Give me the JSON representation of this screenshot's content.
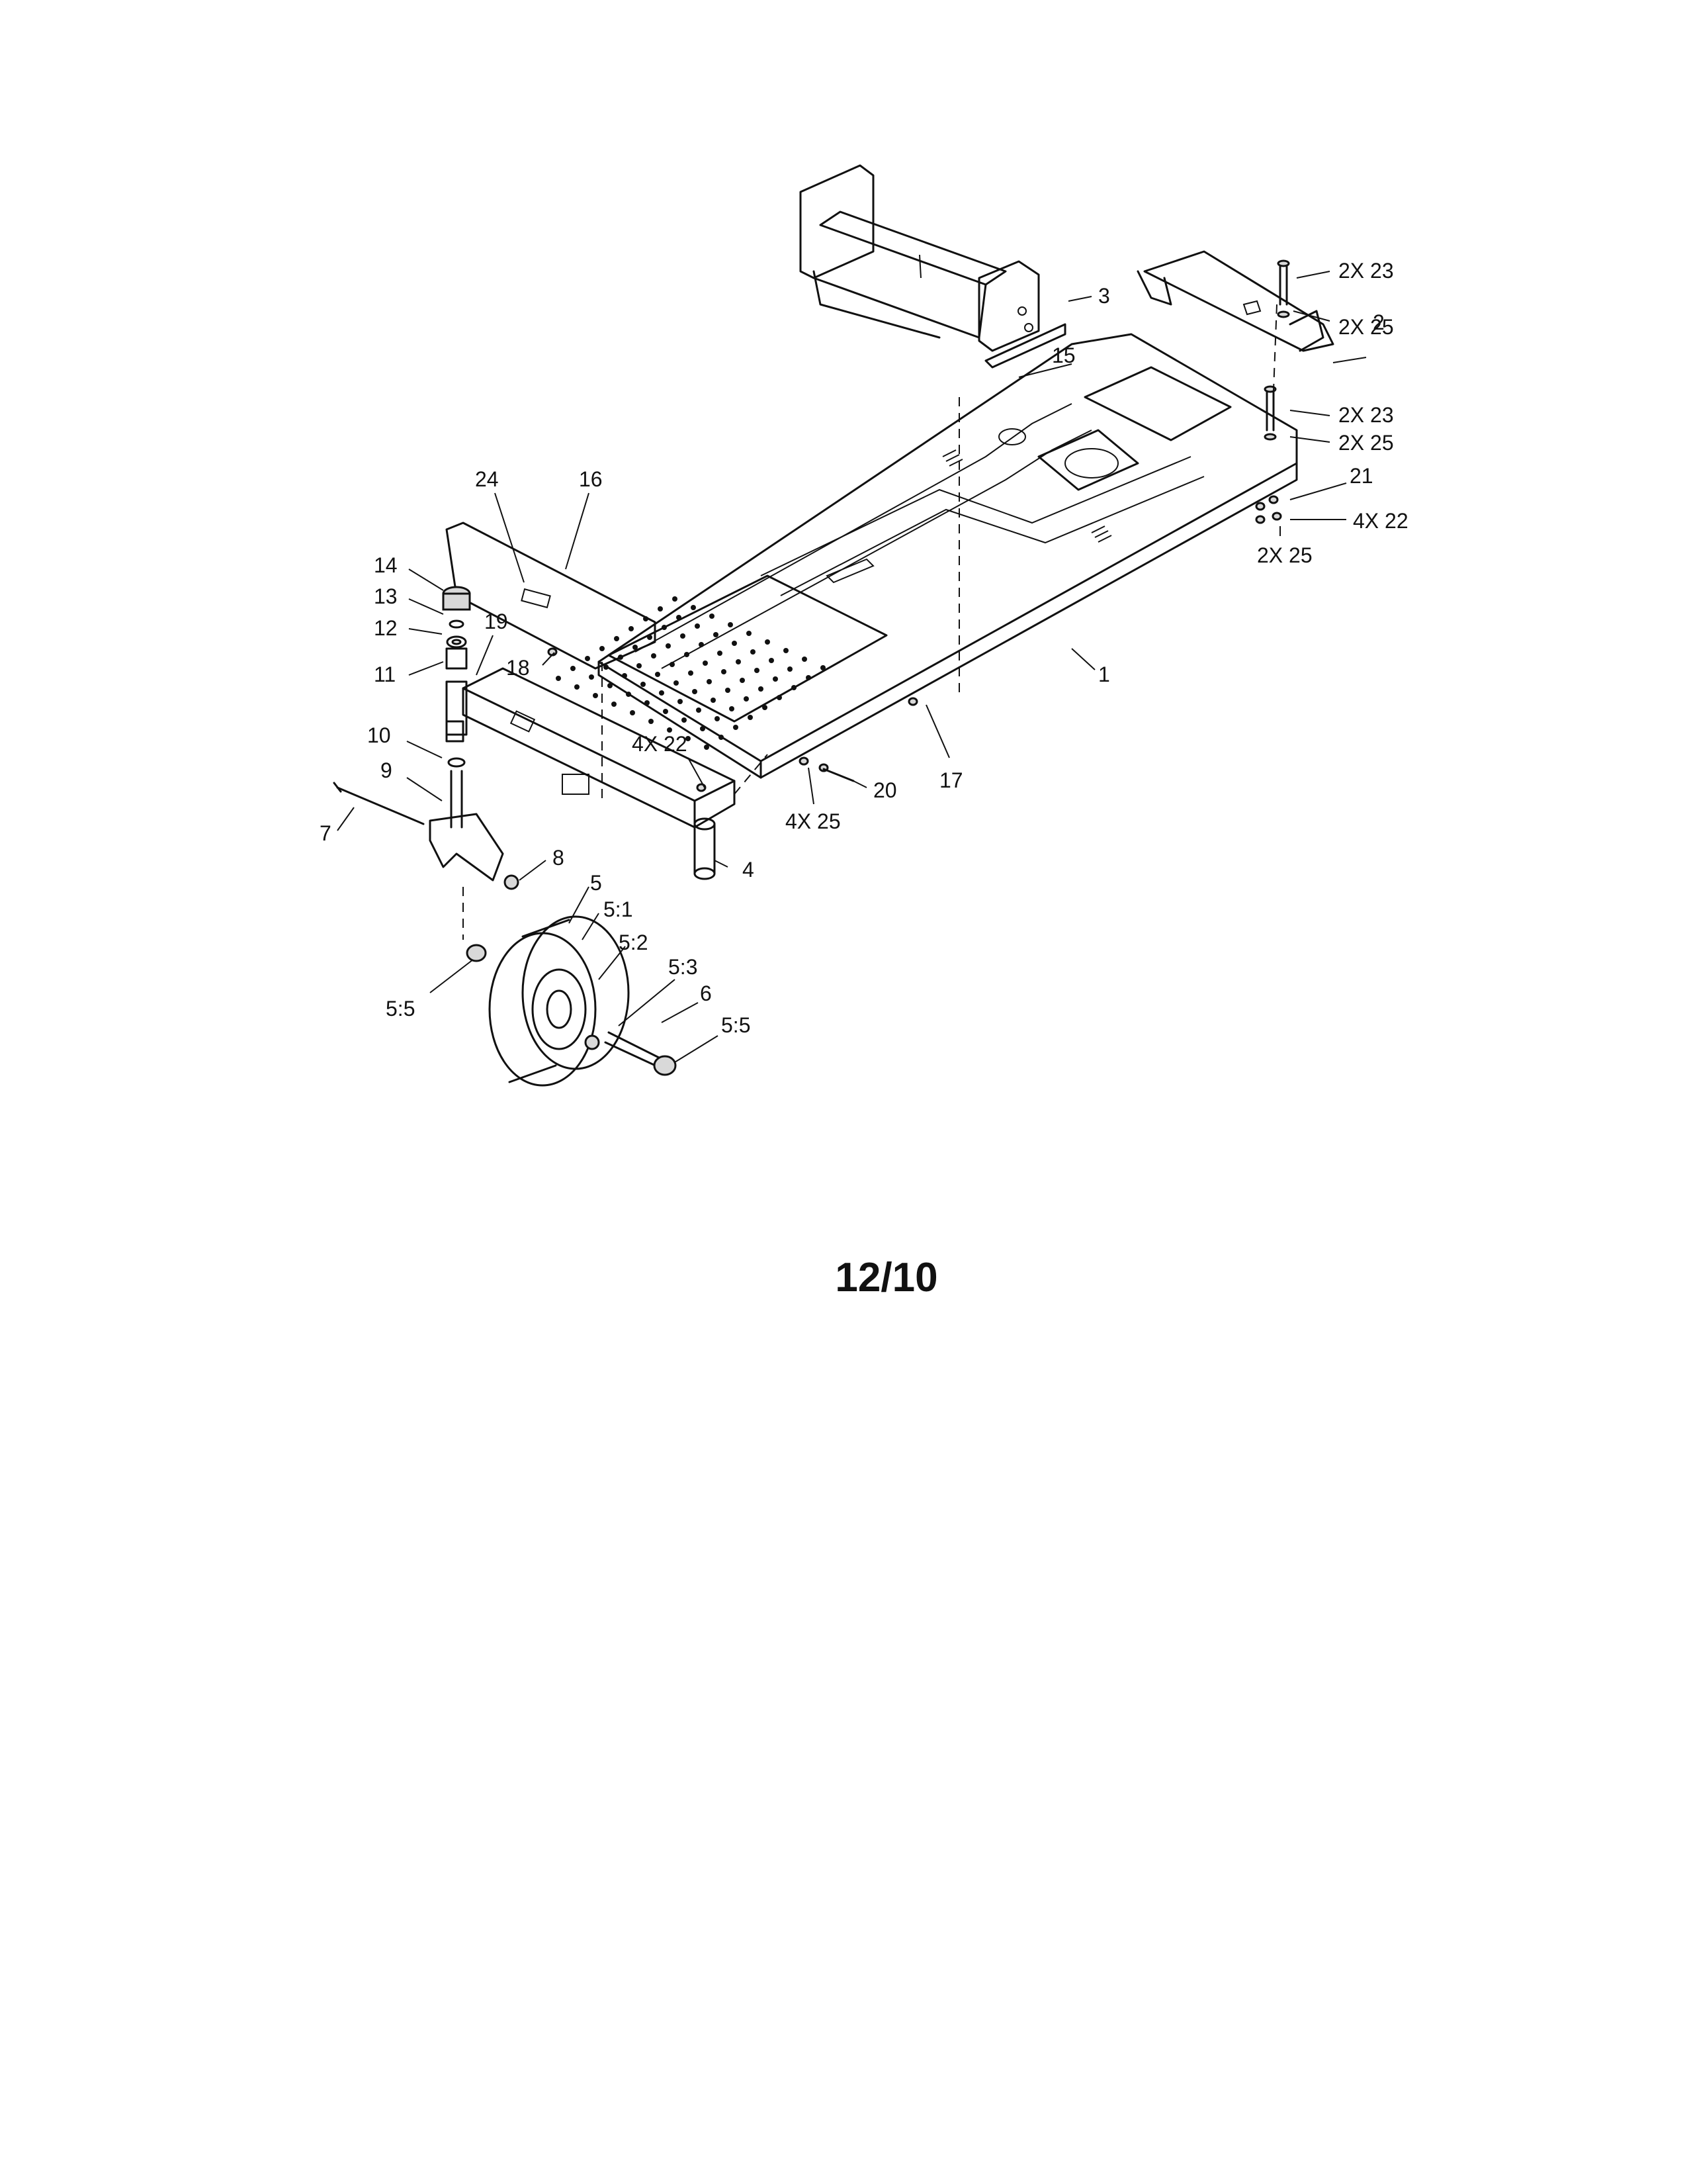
{
  "diagram": {
    "page_code": "12/10",
    "callouts": [
      {
        "id": "c-2x23-a",
        "text": "2X 23"
      },
      {
        "id": "c-2x25-a",
        "text": "2X 25"
      },
      {
        "id": "c-3",
        "text": "3"
      },
      {
        "id": "c-2",
        "text": "2"
      },
      {
        "id": "c-15",
        "text": "15"
      },
      {
        "id": "c-2x23-b",
        "text": "2X 23"
      },
      {
        "id": "c-2x25-b",
        "text": "2X 25"
      },
      {
        "id": "c-21",
        "text": "21"
      },
      {
        "id": "c-4x22-a",
        "text": "4X 22"
      },
      {
        "id": "c-2x25-c",
        "text": "2X 25"
      },
      {
        "id": "c-24",
        "text": "24"
      },
      {
        "id": "c-16",
        "text": "16"
      },
      {
        "id": "c-14",
        "text": "14"
      },
      {
        "id": "c-13",
        "text": "13"
      },
      {
        "id": "c-12",
        "text": "12"
      },
      {
        "id": "c-19",
        "text": "19"
      },
      {
        "id": "c-11",
        "text": "11"
      },
      {
        "id": "c-18",
        "text": "18"
      },
      {
        "id": "c-1",
        "text": "1"
      },
      {
        "id": "c-10",
        "text": "10"
      },
      {
        "id": "c-4x22-b",
        "text": "4X 22"
      },
      {
        "id": "c-9",
        "text": "9"
      },
      {
        "id": "c-17",
        "text": "17"
      },
      {
        "id": "c-20",
        "text": "20"
      },
      {
        "id": "c-7",
        "text": "7"
      },
      {
        "id": "c-4x25",
        "text": "4X 25"
      },
      {
        "id": "c-4",
        "text": "4"
      },
      {
        "id": "c-8",
        "text": "8"
      },
      {
        "id": "c-5",
        "text": "5"
      },
      {
        "id": "c-5-1",
        "text": "5:1"
      },
      {
        "id": "c-5-2",
        "text": "5:2"
      },
      {
        "id": "c-5-3",
        "text": "5:3"
      },
      {
        "id": "c-6",
        "text": "6"
      },
      {
        "id": "c-5-5-a",
        "text": "5:5"
      },
      {
        "id": "c-5-5-b",
        "text": "5:5"
      }
    ]
  }
}
